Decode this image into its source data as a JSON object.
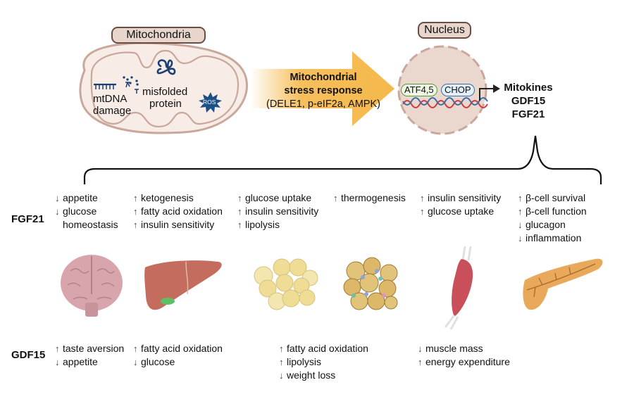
{
  "top": {
    "mitochondria": {
      "label": "Mitochondria",
      "stressors": [
        "mtDNA",
        "damage",
        "misfolded",
        "protein",
        "ROS"
      ]
    },
    "arrow": {
      "title_line1": "Mitochondrial",
      "title_line2": "stress response",
      "mediators": "(DELE1, p-eIF2a, AMPK)"
    },
    "nucleus": {
      "label": "Nucleus",
      "factors": [
        "ATF4,5",
        "CHOP"
      ]
    },
    "mitokines": {
      "title": "Mitokines",
      "items": [
        "GDF15",
        "FGF21"
      ]
    }
  },
  "rows": {
    "fgf21_label": "FGF21",
    "gdf15_label": "GDF15"
  },
  "organs": [
    {
      "name": "brain",
      "fgf21": [
        {
          "dir": "↓",
          "text": "appetite"
        },
        {
          "dir": "↓",
          "text": "glucose"
        },
        {
          "dir": "",
          "text": "homeostasis"
        }
      ],
      "gdf15": [
        {
          "dir": "↑",
          "text": "taste aversion"
        },
        {
          "dir": "↓",
          "text": "appetite"
        }
      ]
    },
    {
      "name": "liver",
      "fgf21": [
        {
          "dir": "↑",
          "text": "ketogenesis"
        },
        {
          "dir": "↑",
          "text": "fatty acid oxidation"
        },
        {
          "dir": "↑",
          "text": "insulin sensitivity"
        }
      ],
      "gdf15": [
        {
          "dir": "↑",
          "text": "fatty acid oxidation"
        },
        {
          "dir": "↓",
          "text": "glucose"
        }
      ]
    },
    {
      "name": "white-adipose",
      "fgf21": [
        {
          "dir": "↑",
          "text": "glucose uptake"
        },
        {
          "dir": "↑",
          "text": "insulin sensitivity"
        },
        {
          "dir": "↑",
          "text": "lipolysis"
        }
      ],
      "gdf15": [
        {
          "dir": "↑",
          "text": "fatty acid oxidation"
        },
        {
          "dir": "↑",
          "text": "lipolysis"
        },
        {
          "dir": "↓",
          "text": "weight loss"
        }
      ]
    },
    {
      "name": "brown-adipose",
      "fgf21": [
        {
          "dir": "↑",
          "text": "thermogenesis"
        }
      ],
      "gdf15": []
    },
    {
      "name": "muscle",
      "fgf21": [
        {
          "dir": "↑",
          "text": "insulin sensitivity"
        },
        {
          "dir": "↑",
          "text": "glucose uptake"
        }
      ],
      "gdf15": [
        {
          "dir": "↓",
          "text": "muscle mass"
        },
        {
          "dir": "↑",
          "text": "energy expenditure"
        }
      ]
    },
    {
      "name": "pancreas",
      "fgf21": [
        {
          "dir": "↑",
          "text": "β-cell survival"
        },
        {
          "dir": "↑",
          "text": "β-cell function"
        },
        {
          "dir": "↓",
          "text": "glucagon"
        },
        {
          "dir": "↓",
          "text": "inflammation"
        }
      ],
      "gdf15": []
    }
  ],
  "colors": {
    "mito_outline": "#c9a89b",
    "mito_fill": "#f7ece6",
    "arrow": "#f5b84a",
    "dark_blue": "#1c3f73",
    "nucleus_fill": "#ead8cf",
    "atf_border": "#5a9a3c",
    "chop_border": "#3d6f9e"
  }
}
